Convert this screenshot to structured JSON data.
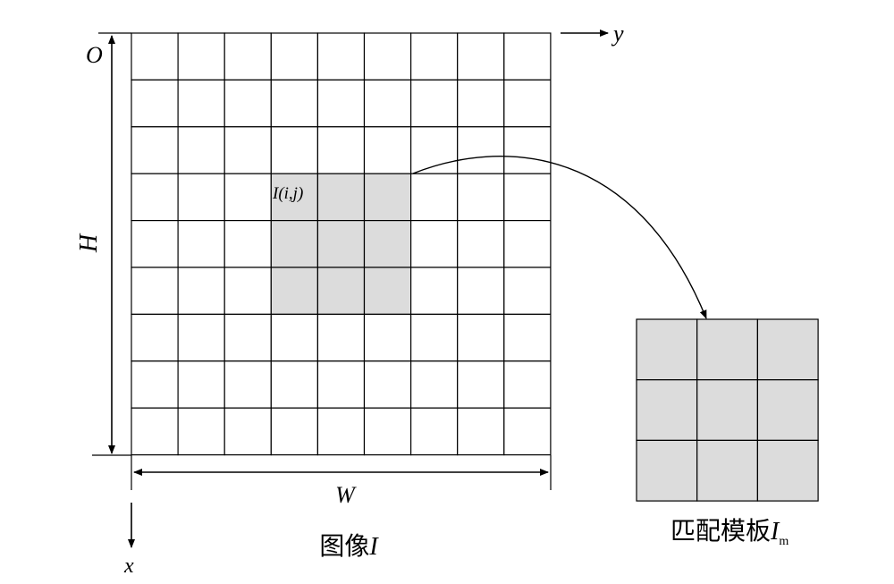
{
  "diagram": {
    "origin_label": "O",
    "y_axis_label": "y",
    "x_axis_label": "x",
    "height_label": "H",
    "width_label": "W",
    "pixel_label": "I(i,j)",
    "image_caption": {
      "text": "图像",
      "symbol": "I"
    },
    "template_caption": {
      "text": "匹配模板",
      "symbol": "I",
      "subscript": "m"
    }
  },
  "image_grid": {
    "rows": 9,
    "cols": 9,
    "highlight": {
      "row_start": 3,
      "col_start": 3,
      "size": 3
    }
  },
  "template_grid": {
    "rows": 3,
    "cols": 3
  },
  "colors": {
    "line": "#000000",
    "highlight": "#dcdcdc",
    "background": "#ffffff"
  }
}
